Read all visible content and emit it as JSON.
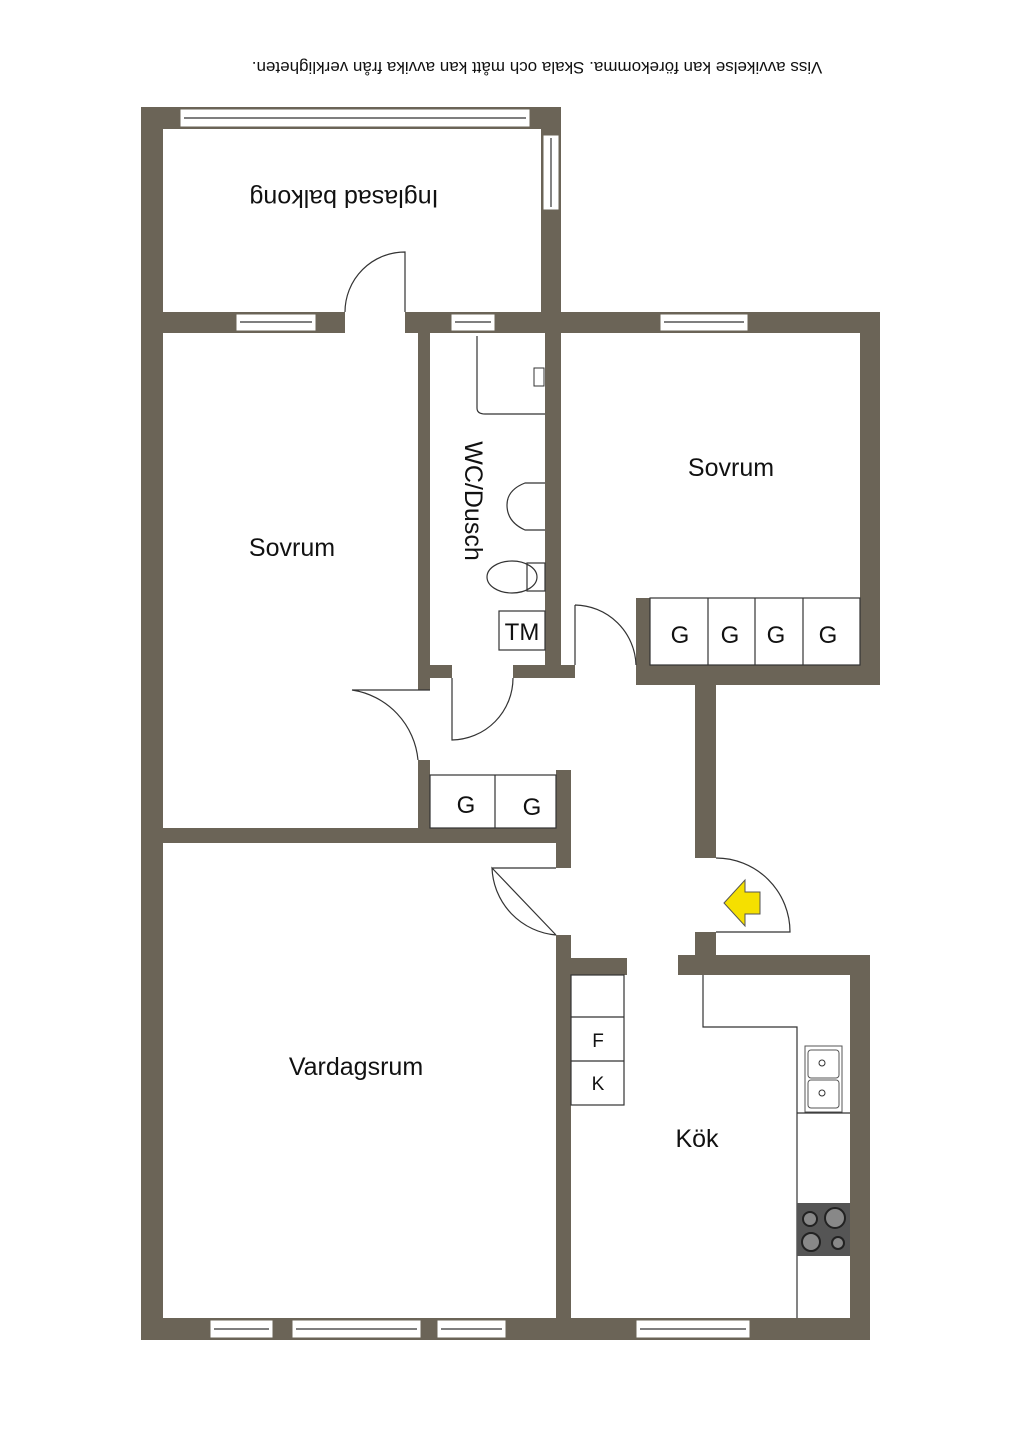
{
  "disclaimer": "Viss avvikelse kan förekomma. Skala och mått kan avvika från verkligheten.",
  "rooms": {
    "balcony": "Inglasad balkong",
    "bedroom_left": "Sovrum",
    "bedroom_right": "Sovrum",
    "bathroom": "WC/Dusch",
    "living_room": "Vardagsrum",
    "kitchen": "Kök"
  },
  "fixtures": {
    "tm": "TM",
    "closet": "G",
    "fridge": "F",
    "freezer": "K"
  },
  "colors": {
    "wall": "#6b6457",
    "entrance_arrow": "#f5e000"
  }
}
